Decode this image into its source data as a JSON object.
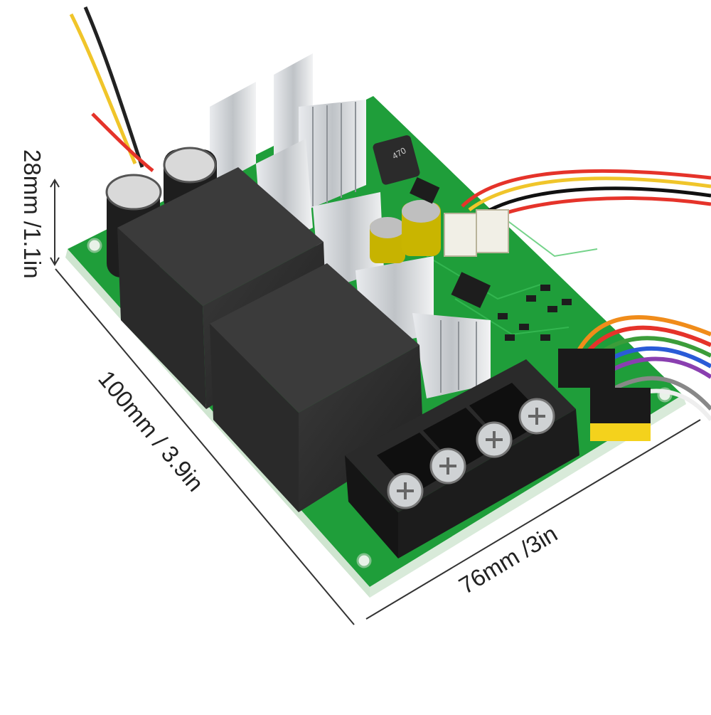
{
  "dimensions": {
    "height_label": "28mm /1.1in",
    "length_label": "100mm / 3.9in",
    "width_label": "76mm /3in"
  },
  "inductor_marking": "470",
  "colors": {
    "pcb_green": "#1f9e3a",
    "pcb_edge": "#dfeee0",
    "heatsink": "#c9cccf",
    "potting_black": "#2a2a2a",
    "terminal_black": "#1c1c1c",
    "header_yellow": "#f4d21c"
  }
}
